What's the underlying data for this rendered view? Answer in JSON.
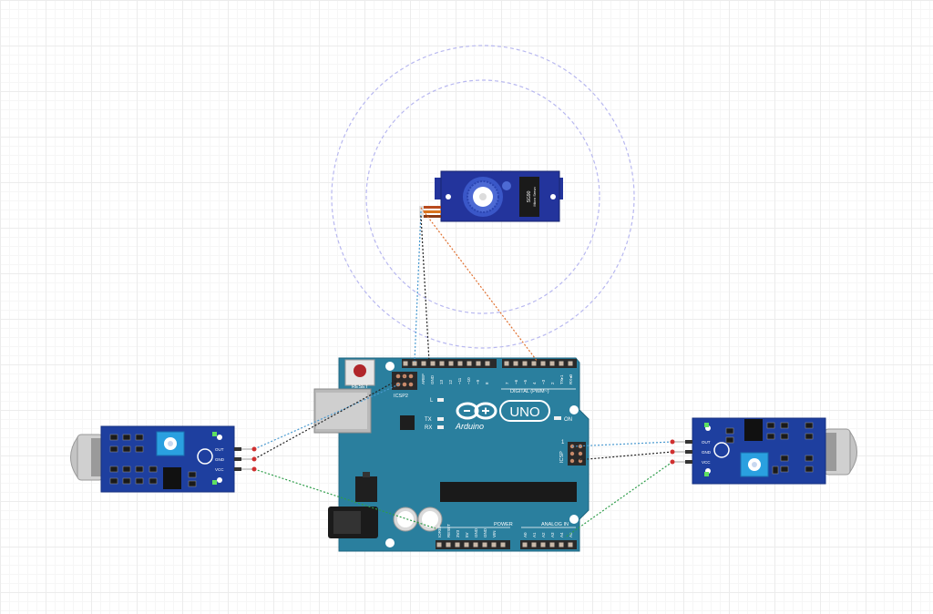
{
  "board": {
    "logo_text": "Arduino",
    "model": "UNO",
    "reset_label": "RESET",
    "icsp2_label": "ICSP2",
    "icsp_label": "ICSP",
    "led_l": "L",
    "led_tx": "TX",
    "led_rx": "RX",
    "on_label": "ON",
    "digital_label": "DIGITAL (PWM~)",
    "power_label": "POWER",
    "analog_label": "ANALOG IN",
    "icsp_pin1": "1",
    "top_pins_left": [
      "AREF",
      "GND",
      "13",
      "12",
      "~11",
      "~10",
      "~9",
      "8"
    ],
    "top_pins_right": [
      "7",
      "~6",
      "~5",
      "4",
      "~3",
      "2",
      "TX▸1",
      "RX◂0"
    ],
    "power_pins": [
      "IOREF",
      "RESET",
      "3V3",
      "5V",
      "GND",
      "GND",
      "VIN"
    ],
    "analog_pins": [
      "A0",
      "A1",
      "A2",
      "A3",
      "A4",
      "A5"
    ]
  },
  "servo": {
    "label_line1": "SG90",
    "label_line2": "Micro Servo"
  },
  "sound_sensor_left": {
    "pins": [
      "OUT",
      "GND",
      "VCC"
    ]
  },
  "sound_sensor_right": {
    "pins": [
      "OUT",
      "GND",
      "VCC"
    ]
  },
  "colors": {
    "board": "#2a7f9e",
    "servo": "#23349c",
    "sensor": "#1e3f9f",
    "wire_signal": "#4a9ad0",
    "wire_gnd": "#222222",
    "wire_vcc": "#2e9d4a",
    "wire_servo_signal": "#e07030",
    "servo_sweep": "#b8b8f0"
  }
}
